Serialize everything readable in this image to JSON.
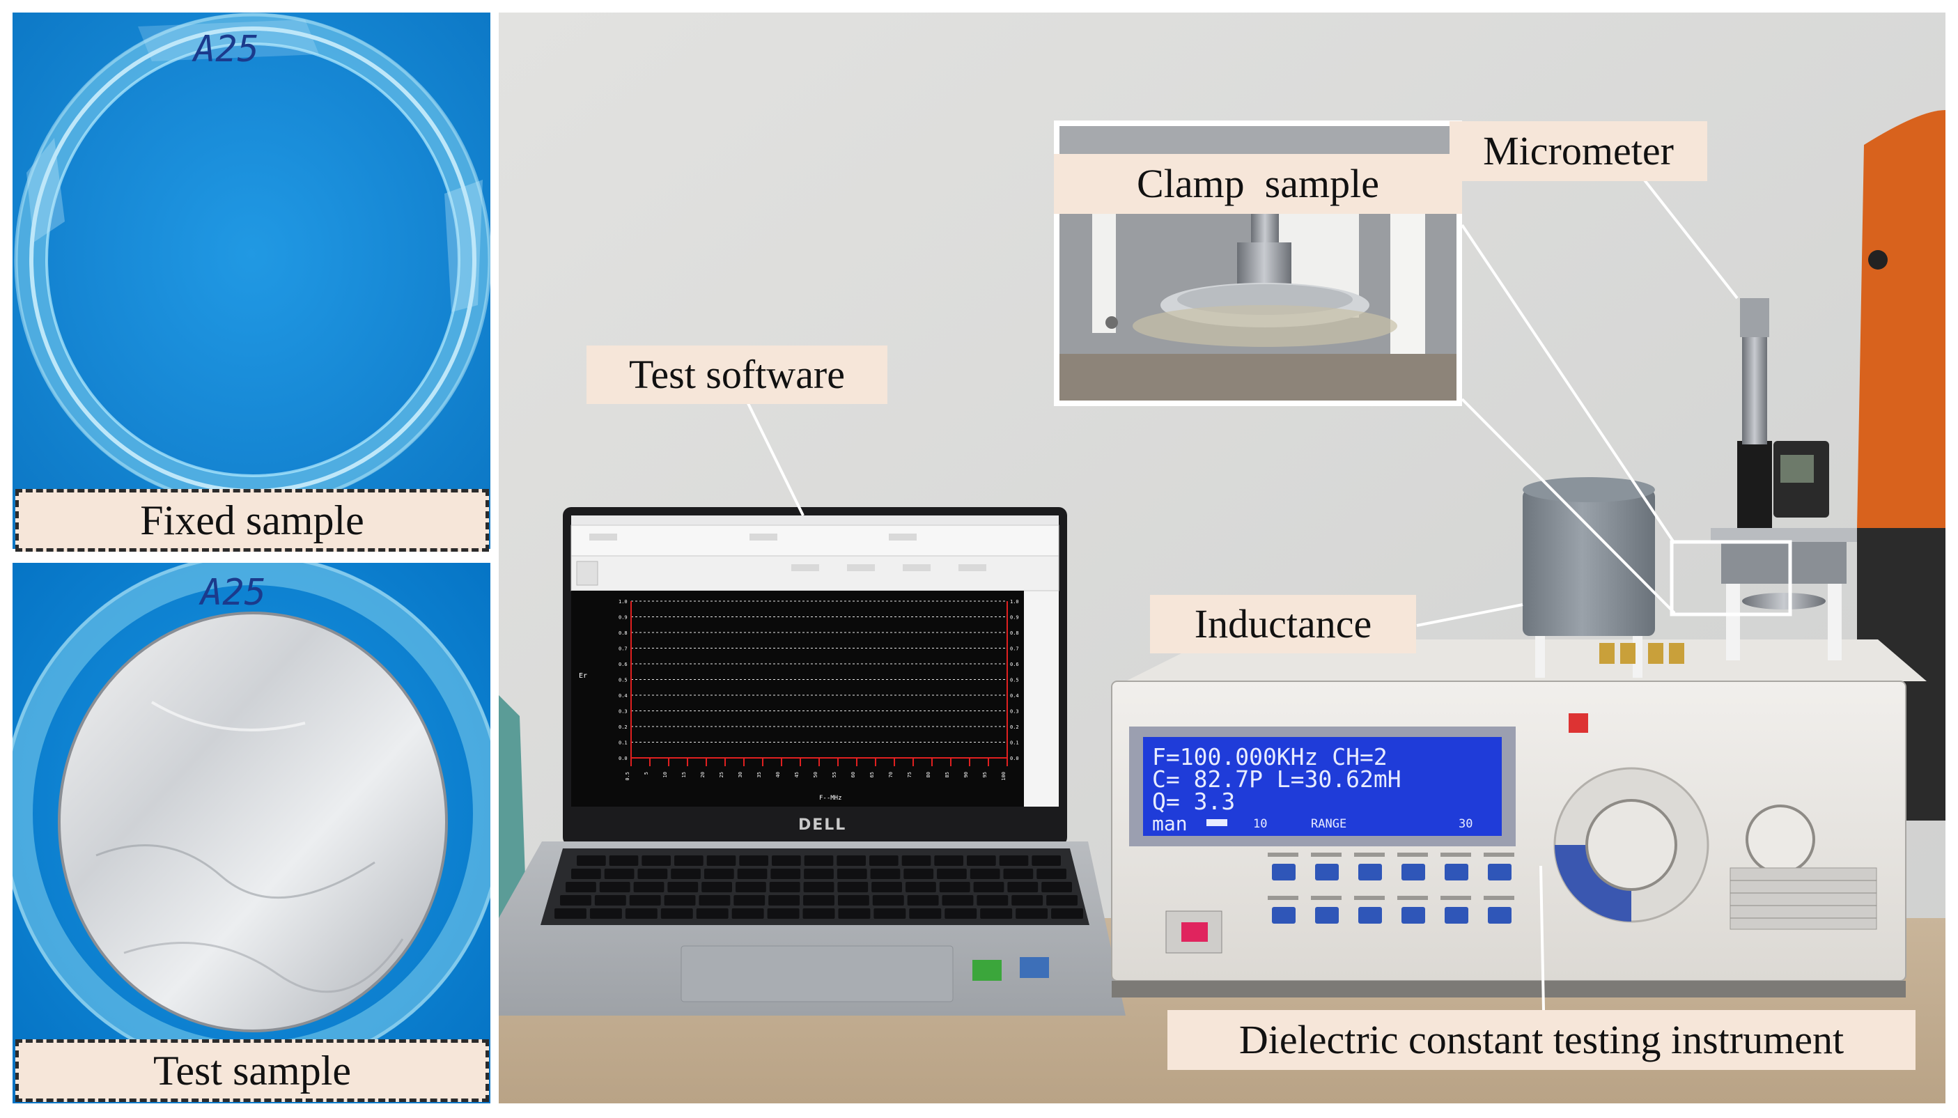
{
  "panels": {
    "fixed_label": "Fixed sample",
    "test_label": "Test sample",
    "sample_marking": "A25"
  },
  "callouts": {
    "clamp": "Clamp  sample",
    "micrometer": "Micrometer",
    "software": "Test software",
    "inductance": "Inductance",
    "instrument": "Dielectric constant testing instrument"
  },
  "laptop": {
    "brand": "DELL",
    "plot_ylabel": "Er",
    "plot_xlabel": "F--MHz",
    "plot_yticks": [
      "1.0",
      "0.9",
      "0.8",
      "0.7",
      "0.6",
      "0.5",
      "0.4",
      "0.3",
      "0.2",
      "0.1",
      "0.0"
    ],
    "plot_xticks": [
      "0.5",
      "5",
      "10",
      "15",
      "20",
      "25",
      "30",
      "35",
      "40",
      "45",
      "50",
      "55",
      "60",
      "65",
      "70",
      "75",
      "80",
      "85",
      "90",
      "95",
      "100"
    ]
  },
  "lcd": {
    "line1": "F=100.000KHz  CH=2",
    "line2": "C= 82.7P L=30.62mH",
    "line3": "Q=  3.3",
    "line4_mode": "man",
    "line4_num1": "10",
    "line4_range": "RANGE",
    "line4_num2": "30"
  },
  "colors": {
    "blue_backdrop": "#0a86d6",
    "label_fill": "#f6e6d9",
    "lcd_blue": "#1f3cd9",
    "plot_red": "#e02020"
  }
}
